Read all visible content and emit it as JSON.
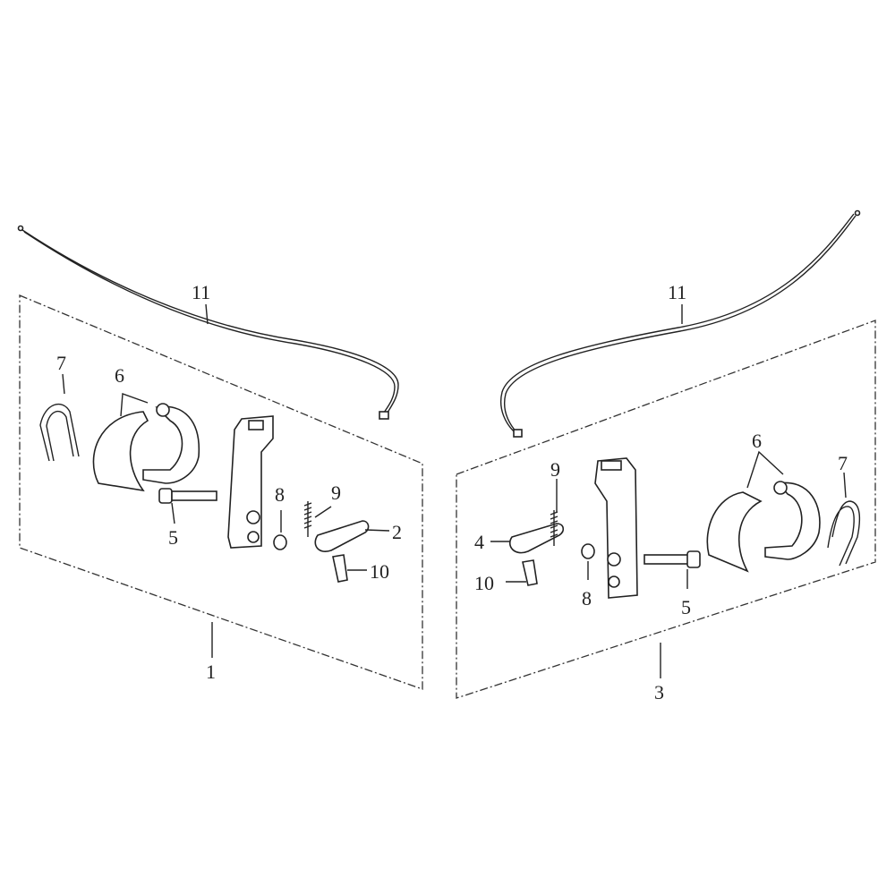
{
  "diagram": {
    "left_assembly": {
      "callouts": {
        "cable": "11",
        "spring_clip": "7",
        "brake_shoes": "6",
        "pin": "5",
        "washer": "8",
        "spring": "9",
        "cam_lever": "2",
        "bolt": "10",
        "assembly": "1"
      }
    },
    "right_assembly": {
      "callouts": {
        "cable": "11",
        "spring": "9",
        "brake_shoes": "6",
        "spring_clip": "7",
        "cam_lever": "4",
        "bolt": "10",
        "washer": "8",
        "pin": "5",
        "assembly": "3"
      }
    }
  }
}
